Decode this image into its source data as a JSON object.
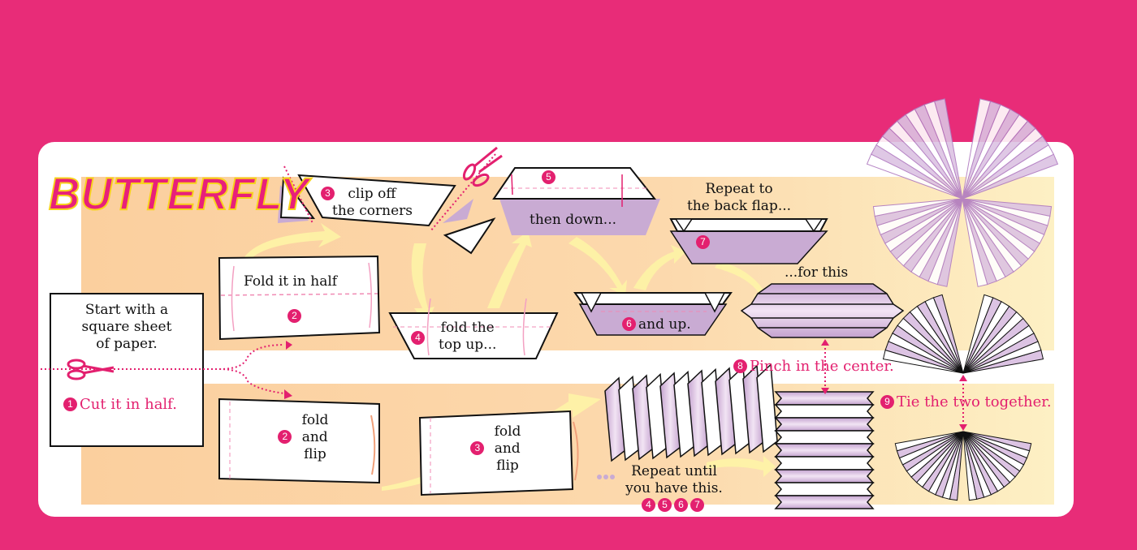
{
  "title": "BUTTERFLY",
  "colors": {
    "background": "#e82c78",
    "accent": "#e3206f",
    "paper_purple": "#c9abd3",
    "band": "#fbd7a8",
    "card": "#ffffff"
  },
  "steps": {
    "start": {
      "lines": [
        "Start with a",
        "square sheet",
        "of paper."
      ]
    },
    "cut": {
      "num": "1",
      "label": "Cut it in half."
    },
    "fold_half": {
      "label": "Fold it in half",
      "num": "2"
    },
    "clip": {
      "num": "3",
      "lines": [
        "clip off",
        "the corners"
      ]
    },
    "fold_up": {
      "num": "4",
      "lines": [
        "fold the",
        "top up..."
      ]
    },
    "then_down": {
      "num": "5",
      "label": "then down..."
    },
    "and_up": {
      "num": "6",
      "label": "and up."
    },
    "back_flap": {
      "num": "7",
      "lines": [
        "Repeat to",
        "the back flap..."
      ]
    },
    "for_this": {
      "label": "...for this"
    },
    "fold_flip_a": {
      "num": "2",
      "lines": [
        "fold",
        "and",
        "flip"
      ]
    },
    "fold_flip_b": {
      "num": "3",
      "lines": [
        "fold",
        "and",
        "flip"
      ]
    },
    "repeat": {
      "lines": [
        "Repeat until",
        "you have this."
      ],
      "nums": [
        "4",
        "5",
        "6",
        "7"
      ]
    },
    "pinch": {
      "num": "8",
      "label": "Pinch in the center."
    },
    "tie": {
      "num": "9",
      "label": "Tie the two together."
    }
  },
  "icons": [
    "scissors-icon",
    "scissors-icon",
    "fold-arrow-icon",
    "ellipsis-icon"
  ]
}
